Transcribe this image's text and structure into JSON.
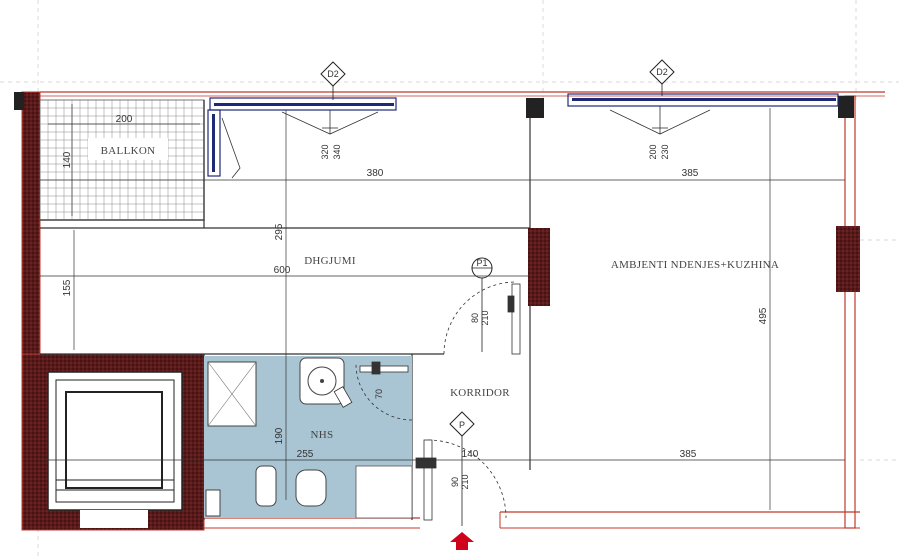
{
  "rooms": {
    "balcony": "BALLKON",
    "bedroom": "DHGJUMI",
    "living": "AMBJENTI NDENJES+KUZHINA",
    "corridor": "KORRIDOR",
    "bathroom": "NHS"
  },
  "dimensions": {
    "balcony_width": "200",
    "balcony_depth": "140",
    "bedroom_width": "380",
    "bedroom_height": "295",
    "total_width": "600",
    "left_height": "155",
    "living_width_top": "385",
    "living_width_bottom": "385",
    "living_height": "495",
    "bath_width": "255",
    "bath_height": "190",
    "bath_door_w": "140",
    "corridor_door_h": "90",
    "corridor_door_h2": "210",
    "door_p1_w": "80",
    "door_p1_h": "210",
    "door_nhs": "70",
    "window_d1_h1": "320",
    "window_d1_h2": "340",
    "window_d2_h1": "200",
    "window_d2_h2": "230"
  },
  "tags": {
    "window_1": "D2",
    "window_2": "D2",
    "door_1": "P1",
    "door_2": "P"
  },
  "colors": {
    "wall_dark": "#6b1f1f",
    "wall_red": "#c0392b",
    "bath_fill": "#a9c5d3",
    "entry_marker": "#d0021b",
    "window_blue": "#1e2a78"
  }
}
